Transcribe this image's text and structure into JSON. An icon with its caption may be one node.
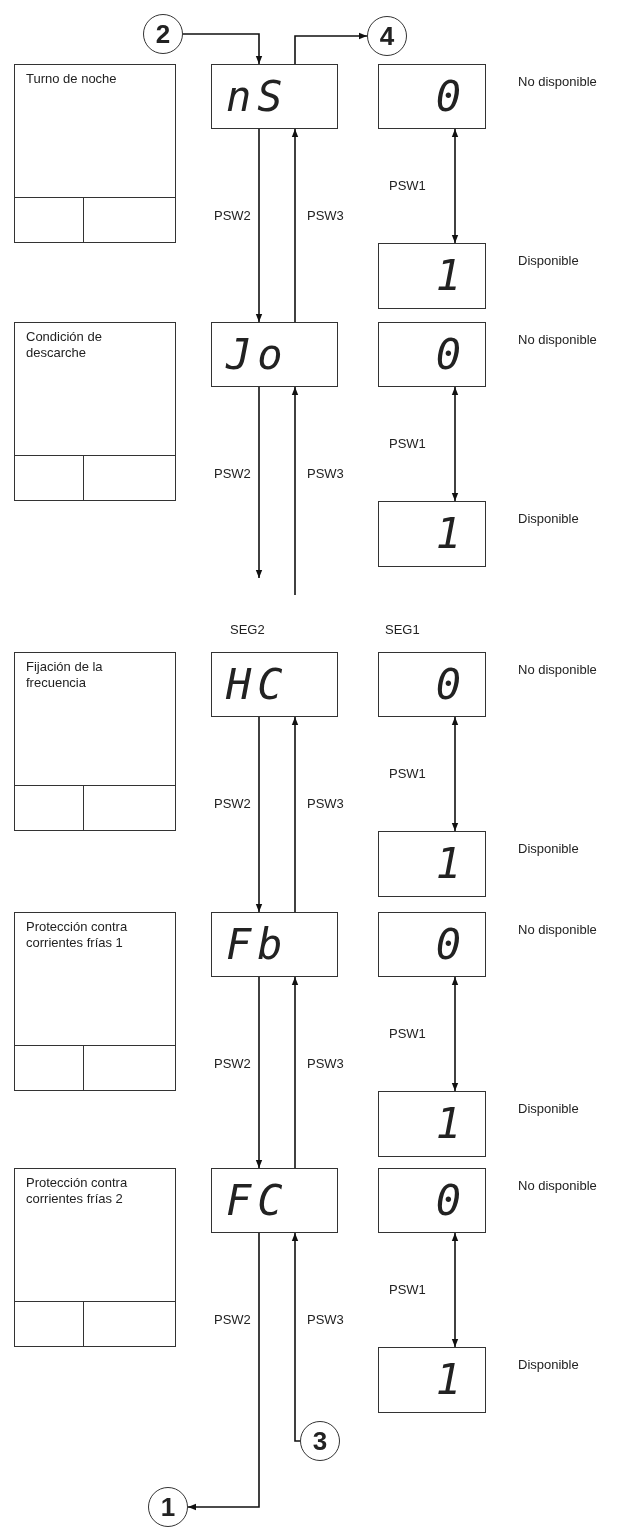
{
  "diagram": {
    "nodes": [
      {
        "text": [
          "2"
        ]
      },
      {
        "text": [
          "4"
        ]
      },
      {
        "text": [
          "Turno de noche"
        ]
      },
      {
        "text": [
          "nS"
        ]
      },
      {
        "text": [
          "0"
        ],
        "beside": [
          "No disponible"
        ]
      },
      {
        "text": [
          "1"
        ],
        "beside": [
          "Disponible"
        ]
      },
      {
        "text": [
          "Condición de descarche"
        ]
      },
      {
        "text": [
          "Jo"
        ]
      },
      {
        "text": [
          "0"
        ],
        "beside": [
          "No disponible"
        ]
      },
      {
        "text": [
          "1"
        ],
        "beside": [
          "Disponible"
        ]
      },
      {
        "text": [
          "Fijación de la frecuencia"
        ]
      },
      {
        "text": [
          "HC"
        ]
      },
      {
        "text": [
          "0"
        ],
        "beside": [
          "No disponible"
        ]
      },
      {
        "text": [
          "1"
        ],
        "beside": [
          "Disponible"
        ]
      },
      {
        "text": [
          "Protección contra corrientes frías 1"
        ]
      },
      {
        "text": [
          "Fb"
        ]
      },
      {
        "text": [
          "0"
        ],
        "beside": [
          "No disponible"
        ]
      },
      {
        "text": [
          "1"
        ],
        "beside": [
          "Disponible"
        ]
      },
      {
        "text": [
          "Protección contra corrientes frías 2"
        ]
      },
      {
        "text": [
          "FC"
        ]
      },
      {
        "text": [
          "0"
        ],
        "beside": [
          "No disponible"
        ]
      },
      {
        "text": [
          "1"
        ],
        "beside": [
          "Disponible"
        ]
      },
      {
        "text": [
          "3"
        ]
      },
      {
        "text": [
          "1"
        ]
      }
    ],
    "edges": [
      {
        "from": 0,
        "to": 3,
        "arrow": "to"
      },
      {
        "from": 3,
        "to": 1,
        "arrow": "to"
      },
      {
        "from": 3,
        "to": 7,
        "arrow": "to",
        "label": "PSW2"
      },
      {
        "from": 7,
        "to": 3,
        "arrow": "to",
        "label": "PSW3"
      },
      {
        "from": 4,
        "to": 5,
        "arrow": "both",
        "label": "PSW1"
      },
      {
        "from": 7,
        "to": null,
        "arrow": "to",
        "label": "PSW2"
      },
      {
        "from": null,
        "to": 7,
        "arrow": "to",
        "label": "PSW3"
      },
      {
        "from": 8,
        "to": 9,
        "arrow": "both",
        "label": "PSW1"
      },
      {
        "from": 11,
        "to": 15,
        "arrow": "to",
        "label": "PSW2"
      },
      {
        "from": 15,
        "to": 11,
        "arrow": "to",
        "label": "PSW3"
      },
      {
        "from": 12,
        "to": 13,
        "arrow": "both",
        "label": "PSW1"
      },
      {
        "from": 15,
        "to": 19,
        "arrow": "to",
        "label": "PSW2"
      },
      {
        "from": 19,
        "to": 15,
        "arrow": "to",
        "label": "PSW3"
      },
      {
        "from": 16,
        "to": 17,
        "arrow": "both",
        "label": "PSW1"
      },
      {
        "from": 19,
        "to": 23,
        "arrow": "to",
        "label": "PSW2"
      },
      {
        "from": 22,
        "to": 19,
        "arrow": "to",
        "label": "PSW3"
      },
      {
        "from": 20,
        "to": 21,
        "arrow": "both",
        "label": "PSW1"
      }
    ],
    "labels": [
      "SEG2",
      "SEG1"
    ]
  }
}
